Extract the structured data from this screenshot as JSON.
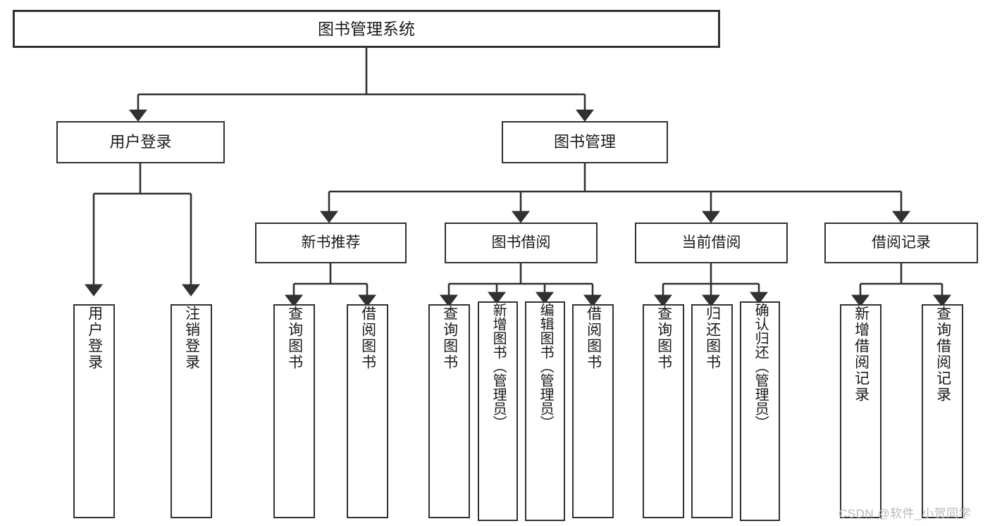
{
  "diagram": {
    "type": "tree",
    "title": "图书管理系统",
    "root": {
      "label": "图书管理系统"
    },
    "level1": [
      {
        "label": "用户登录"
      },
      {
        "label": "图书管理"
      }
    ],
    "level2": [
      {
        "label": "新书推荐"
      },
      {
        "label": "图书借阅"
      },
      {
        "label": "当前借阅"
      },
      {
        "label": "借阅记录"
      }
    ],
    "leaves": {
      "user_login": [
        {
          "label": "用户登录"
        },
        {
          "label": "注销登录"
        }
      ],
      "new_book_recommend": [
        {
          "label": "查询图书"
        },
        {
          "label": "借阅图书"
        }
      ],
      "book_borrow": [
        {
          "label": "查询图书"
        },
        {
          "label": "新增图书（管理员）"
        },
        {
          "label": "编辑图书（管理员）"
        },
        {
          "label": "借阅图书"
        }
      ],
      "current_borrow": [
        {
          "label": "查询图书"
        },
        {
          "label": "归还图书"
        },
        {
          "label": "确认归还（管理员）"
        }
      ],
      "borrow_record": [
        {
          "label": "新增借阅记录"
        },
        {
          "label": "查询借阅记录"
        }
      ]
    }
  },
  "watermark": {
    "text": "CSDN @软件_小贺同学"
  },
  "colors": {
    "border": "#33312f",
    "background": "#ffffff",
    "text": "#1a1a1a",
    "watermark": "#b9b9b9"
  }
}
